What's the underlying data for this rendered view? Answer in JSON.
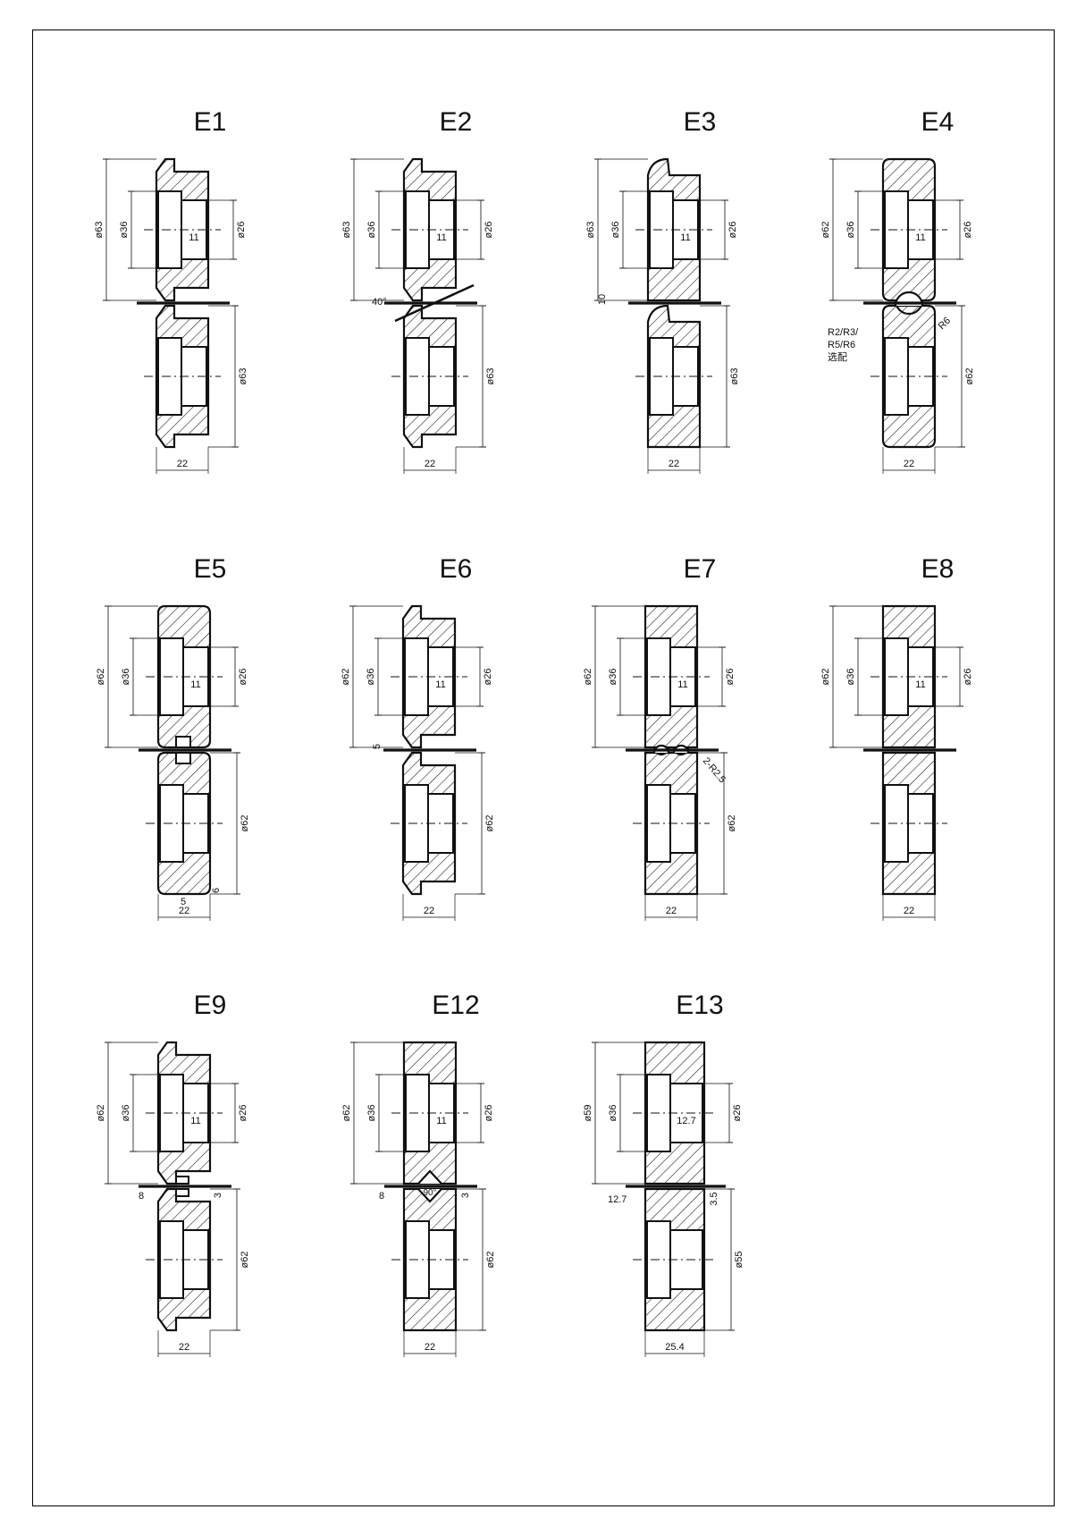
{
  "sheet": {
    "colors": {
      "line": "#111111",
      "paper": "#ffffff"
    }
  },
  "rollers": [
    {
      "id": "E1",
      "title": "E1",
      "od_top": "ø63",
      "od_bot": "ø63",
      "bore_outer": "ø36",
      "bore_inner": "ø26",
      "hub": "11",
      "width": "22",
      "profile": "flange",
      "notes": []
    },
    {
      "id": "E2",
      "title": "E2",
      "od_top": "ø63",
      "od_bot": "ø63",
      "bore_outer": "ø36",
      "bore_inner": "ø26",
      "hub": "11",
      "width": "22",
      "profile": "bevel",
      "notes": [
        "40°"
      ]
    },
    {
      "id": "E3",
      "title": "E3",
      "od_top": "ø63",
      "od_bot": "ø63",
      "bore_outer": "ø36",
      "bore_inner": "ø26",
      "hub": "11",
      "width": "22",
      "profile": "lip",
      "notes": [
        "10"
      ]
    },
    {
      "id": "E4",
      "title": "E4",
      "od_top": "ø62",
      "od_bot": "ø62",
      "bore_outer": "ø36",
      "bore_inner": "ø26",
      "hub": "11",
      "width": "22",
      "profile": "round",
      "notes": [
        "R6",
        "R2/R3/",
        "R5/R6",
        "选配"
      ]
    },
    {
      "id": "E5",
      "title": "E5",
      "od_top": "ø62",
      "od_bot": "ø62",
      "bore_outer": "ø36",
      "bore_inner": "ø26",
      "hub": "11",
      "width": "22",
      "profile": "slot",
      "notes": [
        "5",
        "6"
      ]
    },
    {
      "id": "E6",
      "title": "E6",
      "od_top": "ø62",
      "od_bot": "ø62",
      "bore_outer": "ø36",
      "bore_inner": "ø26",
      "hub": "11",
      "width": "22",
      "profile": "stepped",
      "notes": [
        "5"
      ]
    },
    {
      "id": "E7",
      "title": "E7",
      "od_top": "ø62",
      "od_bot": "ø62",
      "bore_outer": "ø36",
      "bore_inner": "ø26",
      "hub": "11",
      "width": "22",
      "profile": "twin",
      "notes": [
        "2-R2.5"
      ]
    },
    {
      "id": "E8",
      "title": "E8",
      "od_top": "ø62",
      "od_bot": "",
      "bore_outer": "ø36",
      "bore_inner": "ø26",
      "hub": "11",
      "width": "22",
      "profile": "plain",
      "notes": []
    },
    {
      "id": "E9",
      "title": "E9",
      "od_top": "ø62",
      "od_bot": "ø62",
      "bore_outer": "ø36",
      "bore_inner": "ø26",
      "hub": "11",
      "width": "22",
      "profile": "tooth",
      "notes": [
        "8",
        "3"
      ]
    },
    {
      "id": "E12",
      "title": "E12",
      "od_top": "ø62",
      "od_bot": "ø62",
      "bore_outer": "ø36",
      "bore_inner": "ø26",
      "hub": "11",
      "width": "22",
      "profile": "vee",
      "notes": [
        "8",
        "90°",
        "3"
      ]
    },
    {
      "id": "E13",
      "title": "E13",
      "od_top": "ø59",
      "od_bot": "ø55",
      "bore_outer": "ø36",
      "bore_inner": "ø26",
      "hub": "12.7",
      "width": "25.4",
      "profile": "wide",
      "notes": [
        "12.7",
        "3.5"
      ]
    }
  ]
}
